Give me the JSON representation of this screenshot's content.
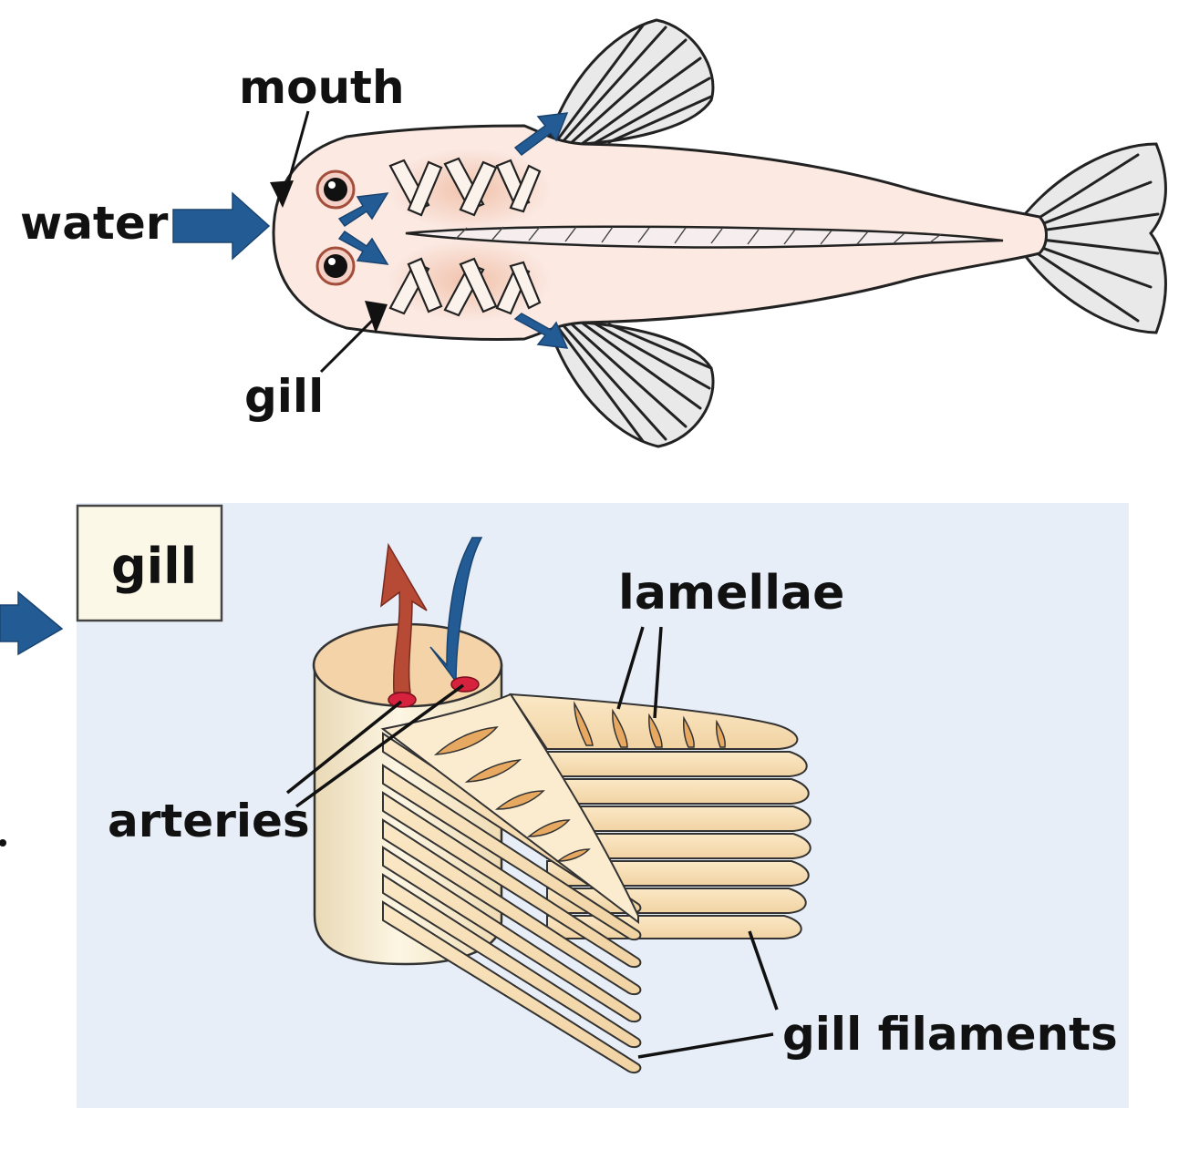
{
  "labels": {
    "mouth": "mouth",
    "water": "water",
    "gill": "gill",
    "gill_box": "gill",
    "lamellae": "lamellae",
    "arteries": "arteries",
    "gill_filaments": "gill filaments"
  },
  "colors": {
    "body": "#fbe9e2",
    "gill_tint": "#f3c9b5",
    "fin": "#e9e9ea",
    "water_arrow": "#235b95",
    "artery_out": "#b64a35",
    "artery_dot": "#d6223d",
    "inset_bg": "#e8eef8",
    "gill_box_bg": "#fcf8e8",
    "filament": "#f6ddb4",
    "lamella": "#e7a961"
  }
}
